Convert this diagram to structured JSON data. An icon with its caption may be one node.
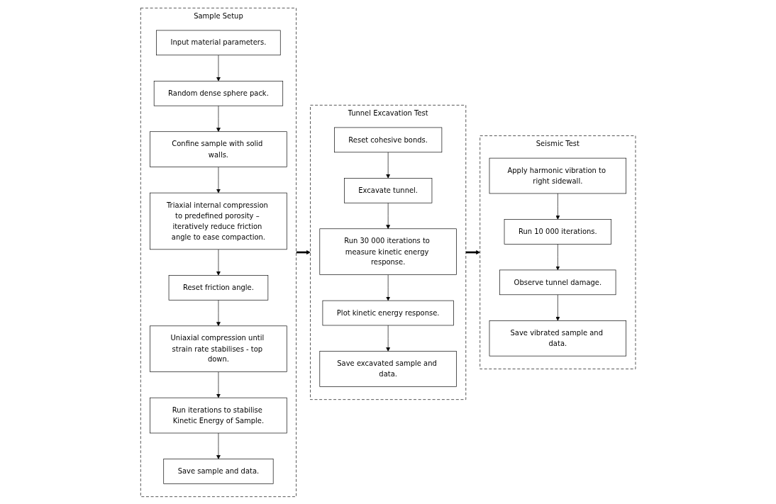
{
  "diagram": {
    "nodes": [
      {
        "text": [
          "Sample Setup"
        ]
      },
      {
        "text": [
          "Input material parameters."
        ],
        "in": 0
      },
      {
        "text": [
          "Random dense sphere pack."
        ],
        "in": 0
      },
      {
        "text": [
          "Confine sample with solid walls."
        ],
        "in": 0
      },
      {
        "text": [
          "Triaxial internal compression to predefined porosity – iteratively reduce friction angle to ease compaction."
        ],
        "in": 0
      },
      {
        "text": [
          "Reset friction angle."
        ],
        "in": 0
      },
      {
        "text": [
          "Uniaxial compression until strain rate stabilises - top down."
        ],
        "in": 0
      },
      {
        "text": [
          "Run iterations to stabilise Kinetic Energy of Sample."
        ],
        "in": 0
      },
      {
        "text": [
          "Save sample and data."
        ],
        "in": 0
      },
      {
        "text": [
          "Tunnel Excavation Test"
        ]
      },
      {
        "text": [
          "Reset cohesive bonds."
        ],
        "in": 9
      },
      {
        "text": [
          "Excavate tunnel."
        ],
        "in": 9
      },
      {
        "text": [
          "Run 30 000 iterations to measure kinetic energy response."
        ],
        "in": 9
      },
      {
        "text": [
          "Plot kinetic energy response."
        ],
        "in": 9
      },
      {
        "text": [
          "Save excavated sample and data."
        ],
        "in": 9
      },
      {
        "text": [
          "Seismic Test"
        ]
      },
      {
        "text": [
          "Apply harmonic vibration to right sidewall."
        ],
        "in": 15
      },
      {
        "text": [
          "Run 10 000 iterations."
        ],
        "in": 15
      },
      {
        "text": [
          "Observe tunnel damage."
        ],
        "in": 15
      },
      {
        "text": [
          "Save vibrated sample and data."
        ],
        "in": 15
      }
    ],
    "edges": [
      {
        "from": 1,
        "to": 2,
        "arrow": "to"
      },
      {
        "from": 2,
        "to": 3,
        "arrow": "to"
      },
      {
        "from": 3,
        "to": 4,
        "arrow": "to"
      },
      {
        "from": 4,
        "to": 5,
        "arrow": "to"
      },
      {
        "from": 5,
        "to": 6,
        "arrow": "to"
      },
      {
        "from": 6,
        "to": 7,
        "arrow": "to"
      },
      {
        "from": 7,
        "to": 8,
        "arrow": "to"
      },
      {
        "from": 0,
        "to": 9,
        "arrow": "to",
        "style": "thick"
      },
      {
        "from": 10,
        "to": 11,
        "arrow": "to"
      },
      {
        "from": 11,
        "to": 12,
        "arrow": "to"
      },
      {
        "from": 12,
        "to": 13,
        "arrow": "to"
      },
      {
        "from": 13,
        "to": 14,
        "arrow": "to"
      },
      {
        "from": 9,
        "to": 15,
        "arrow": "to",
        "style": "thick"
      },
      {
        "from": 16,
        "to": 17,
        "arrow": "to"
      },
      {
        "from": 17,
        "to": 18,
        "arrow": "to"
      },
      {
        "from": 18,
        "to": 19,
        "arrow": "to"
      }
    ]
  }
}
